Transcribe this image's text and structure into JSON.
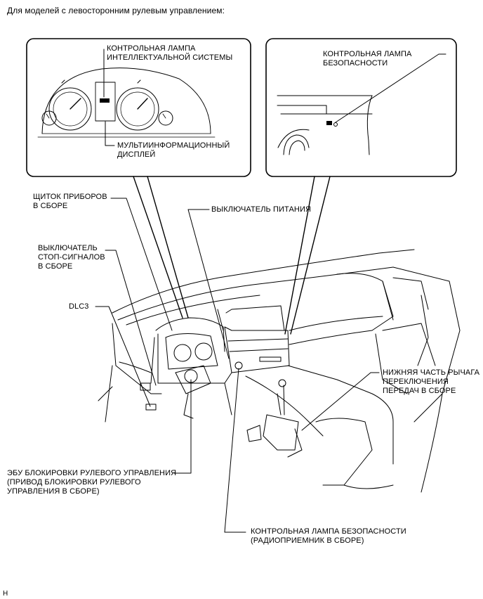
{
  "caption": "Для моделей с левосторонним рулевым управлением:",
  "figure_id": "H",
  "labels": {
    "intelligent_lamp": "КОНТРОЛЬНАЯ ЛАМПА\nИНТЕЛЛЕКТУАЛЬНОЙ СИСТЕМЫ",
    "multi_display": "МУЛЬТИИНФОРМАЦИОННЫЙ\nДИСПЛЕЙ",
    "security_lamp_top": "КОНТРОЛЬНАЯ ЛАМПА\nБЕЗОПАСНОСТИ",
    "combination_meter": "ЩИТОК ПРИБОРОВ\nВ СБОРЕ",
    "power_switch": "ВЫКЛЮЧАТЕЛЬ ПИТАНИЯ",
    "stop_lamp_switch": "ВЫКЛЮЧАТЕЛЬ\nСТОП-СИГНАЛОВ\nВ СБОРЕ",
    "dlc3": "DLC3",
    "shift_lever": "НИЖНЯЯ ЧАСТЬ РЫЧАГА\nПЕРЕКЛЮЧЕНИЯ\nПЕРЕДАЧ В СБОРЕ",
    "steering_lock_ecu": "ЭБУ БЛОКИРОВКИ РУЛЕВОГО УПРАВЛЕНИЯ\n(ПРИВОД БЛОКИРОВКИ РУЛЕВОГО\nУПРАВЛЕНИЯ В СБОРЕ)",
    "security_lamp_radio": "КОНТРОЛЬНАЯ ЛАМПА БЕЗОПАСНОСТИ\n(РАДИОПРИЕМНИК В СБОРЕ)"
  }
}
